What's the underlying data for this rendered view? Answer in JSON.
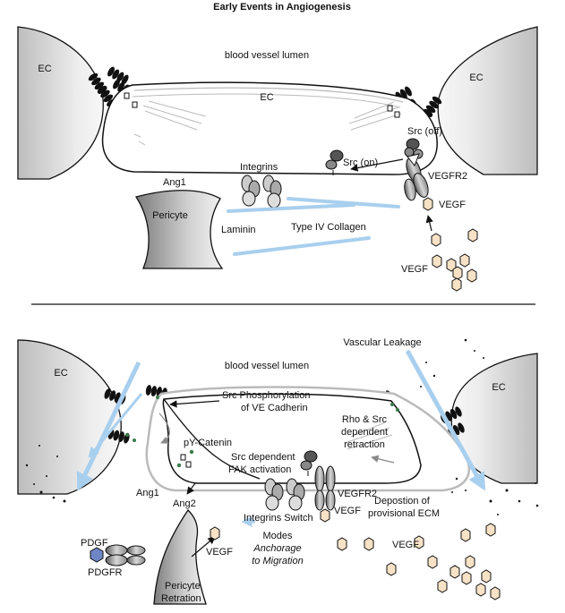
{
  "title": "Early Events in Angiogenesis",
  "top_panel": {
    "ec_left": "EC",
    "ec_right": "EC",
    "lumen": "blood vessel lumen",
    "ec_center": "EC",
    "src_off": "Src (off)",
    "src_on": "Src (on)",
    "integrins": "Integrins",
    "ang1": "Ang1",
    "vegfr2": "VEGFR2",
    "vegf_bound": "VEGF",
    "pericyte": "Pericyte",
    "laminin": "Laminin",
    "collagen": "Type IV Collagen",
    "vegf_free": "VEGF"
  },
  "bottom_panel": {
    "ec_left": "EC",
    "ec_right": "EC",
    "lumen": "blood vessel lumen",
    "leakage": "Vascular Leakage",
    "src_phos_1": "Src Phosphorylation",
    "src_phos_2": "of VE Cadherin",
    "rho_1": "Rho & Src",
    "rho_2": "dependent",
    "rho_3": "retraction",
    "py_catenin": "pY-Catenin",
    "fak_1": "Src dependent",
    "fak_2": "FAK activation",
    "vegfr2": "VEGFR2",
    "vegf_bound": "VEGF",
    "integrins_switch": "Integrins Switch",
    "ang1": "Ang1",
    "ang2": "Ang2",
    "depostion_1": "Depostion of",
    "depostion_2": "provisional ECM",
    "modes": "Modes",
    "anchorage_1": "Anchorage",
    "anchorage_2": "to Migration",
    "pdgf": "PDGF",
    "pdgfr": "PDGFR",
    "pericyte_1": "Pericyte",
    "pericyte_2": "Retration",
    "vegf_small": "VEGF",
    "vegf_free": "VEGF"
  },
  "colors": {
    "cell_fill": "#e6e6e6",
    "dark": "#111111",
    "blue": "#a9cfee",
    "vegf_fill": "#f7e2c6",
    "green": "#3a7a4a",
    "pdgf": "#6f86c6"
  }
}
